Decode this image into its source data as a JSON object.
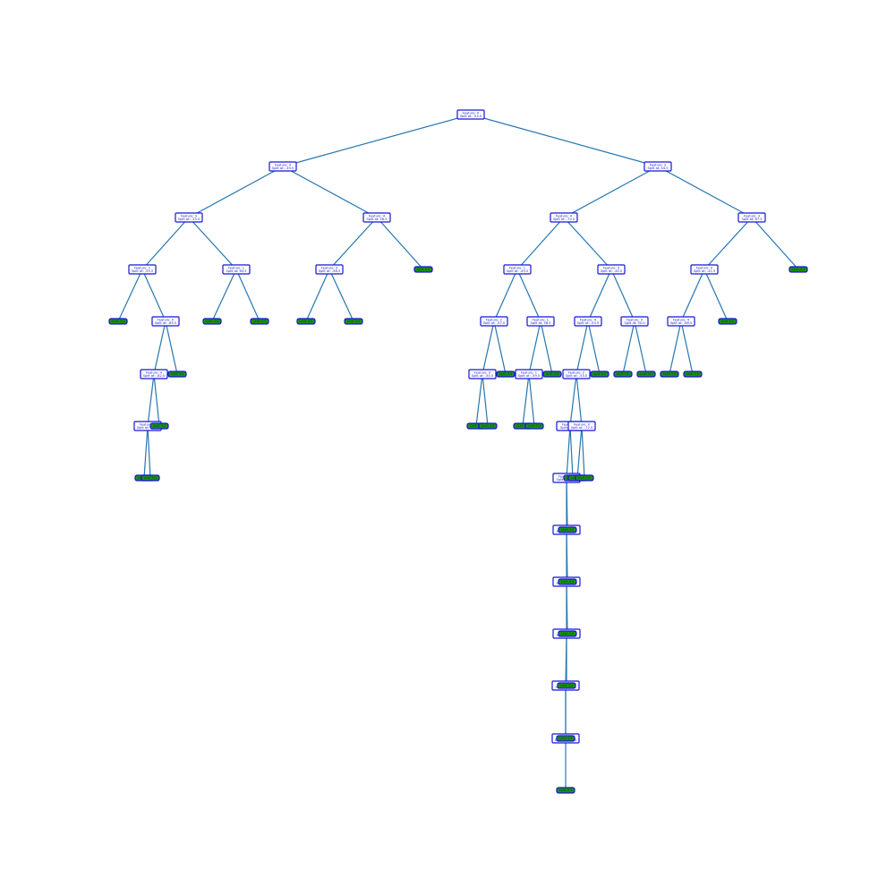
{
  "colors": {
    "edge": "#2677b0",
    "node_border": "#1515d6",
    "node_fill": "#ffffff",
    "leaf_fill": "#1a8f1a"
  },
  "tree": {
    "nodes": [
      {
        "id": "n0",
        "parent": null,
        "type": "split",
        "lines": [
          "Feature: 0",
          "Split at: -54.5"
        ]
      },
      {
        "id": "n1",
        "parent": "n0",
        "type": "split",
        "lines": [
          "Feature: 4",
          "Split at: -39.5"
        ]
      },
      {
        "id": "n2",
        "parent": "n0",
        "type": "split",
        "lines": [
          "Feature: 3",
          "Split at: 44.5"
        ]
      },
      {
        "id": "n3",
        "parent": "n1",
        "type": "split",
        "lines": [
          "Feature: 3",
          "Split at: -15.5"
        ]
      },
      {
        "id": "n4",
        "parent": "n1",
        "type": "split",
        "lines": [
          "Feature: 4",
          "Split at: 56.5"
        ]
      },
      {
        "id": "n5",
        "parent": "n2",
        "type": "split",
        "lines": [
          "Feature: 4",
          "Split at: -70.5"
        ]
      },
      {
        "id": "n6",
        "parent": "n2",
        "type": "split",
        "lines": [
          "Feature: 3",
          "Split at: 87.5"
        ]
      },
      {
        "id": "n7",
        "parent": "n3",
        "type": "split",
        "lines": [
          "Feature: 1",
          "Split at: -55.5"
        ]
      },
      {
        "id": "n8",
        "parent": "n3",
        "type": "split",
        "lines": [
          "Feature: 1",
          "Split at: 60.5"
        ]
      },
      {
        "id": "n9",
        "parent": "n4",
        "type": "split",
        "lines": [
          "Feature: 3",
          "Split at: -58.5"
        ]
      },
      {
        "id": "n10",
        "parent": "n4",
        "type": "leaf",
        "lines": [
          "Leaf: 0.0"
        ]
      },
      {
        "id": "n11",
        "parent": "n5",
        "type": "split",
        "lines": [
          "Feature: 1",
          "Split at: -49.5"
        ]
      },
      {
        "id": "n12",
        "parent": "n5",
        "type": "split",
        "lines": [
          "Feature: 3",
          "Split at: -40.5"
        ]
      },
      {
        "id": "n13",
        "parent": "n6",
        "type": "split",
        "lines": [
          "Feature: 0",
          "Split at: -41.5"
        ]
      },
      {
        "id": "n14",
        "parent": "n6",
        "type": "leaf",
        "lines": [
          "Leaf: 0.0"
        ]
      },
      {
        "id": "n15",
        "parent": "n7",
        "type": "leaf",
        "lines": [
          "Leaf: 0.0"
        ]
      },
      {
        "id": "n16",
        "parent": "n7",
        "type": "split",
        "lines": [
          "Feature: 0",
          "Split at: -85.5"
        ]
      },
      {
        "id": "n17",
        "parent": "n8",
        "type": "leaf",
        "lines": [
          "Leaf: 0.0"
        ]
      },
      {
        "id": "n18",
        "parent": "n8",
        "type": "leaf",
        "lines": [
          "Leaf: 0.0"
        ]
      },
      {
        "id": "n19",
        "parent": "n9",
        "type": "leaf",
        "lines": [
          "Leaf: 0.0"
        ]
      },
      {
        "id": "n20",
        "parent": "n9",
        "type": "leaf",
        "lines": [
          "Leaf: 0.0"
        ]
      },
      {
        "id": "n21",
        "parent": "n11",
        "type": "split",
        "lines": [
          "Feature: 2",
          "Split at: -57.0"
        ]
      },
      {
        "id": "n22",
        "parent": "n11",
        "type": "split",
        "lines": [
          "Feature: 1",
          "Split at: 58.5"
        ]
      },
      {
        "id": "n23",
        "parent": "n12",
        "type": "split",
        "lines": [
          "Feature: 4",
          "Split at: -53.5"
        ]
      },
      {
        "id": "n24",
        "parent": "n12",
        "type": "split",
        "lines": [
          "Feature: 0",
          "Split at: 50.0"
        ]
      },
      {
        "id": "n25",
        "parent": "n13",
        "type": "split",
        "lines": [
          "Feature: 4",
          "Split at: -86.5"
        ]
      },
      {
        "id": "n26",
        "parent": "n13",
        "type": "leaf",
        "lines": [
          "Leaf: 0.0"
        ]
      },
      {
        "id": "n27",
        "parent": "n16",
        "type": "split",
        "lines": [
          "Feature: 4",
          "Split at: -82.5"
        ]
      },
      {
        "id": "n28",
        "parent": "n16",
        "type": "leaf",
        "lines": [
          "Leaf: 0.0"
        ]
      },
      {
        "id": "n29",
        "parent": "n21",
        "type": "split",
        "lines": [
          "Feature: 0",
          "Split at: -50.5"
        ]
      },
      {
        "id": "n30",
        "parent": "n21",
        "type": "leaf",
        "lines": [
          "Leaf: 0.0"
        ]
      },
      {
        "id": "n31",
        "parent": "n22",
        "type": "split",
        "lines": [
          "Feature: 1",
          "Split at: -59.5"
        ]
      },
      {
        "id": "n32",
        "parent": "n22",
        "type": "leaf",
        "lines": [
          "Leaf: 0.0"
        ]
      },
      {
        "id": "n33",
        "parent": "n23",
        "type": "split",
        "lines": [
          "Feature: 2",
          "Split at: -53.5"
        ]
      },
      {
        "id": "n34",
        "parent": "n23",
        "type": "leaf",
        "lines": [
          "Leaf: 0.0"
        ]
      },
      {
        "id": "n35",
        "parent": "n24",
        "type": "leaf",
        "lines": [
          "Leaf: 0.0"
        ]
      },
      {
        "id": "n36",
        "parent": "n24",
        "type": "leaf",
        "lines": [
          "Leaf: 0.0"
        ]
      },
      {
        "id": "n37",
        "parent": "n25",
        "type": "leaf",
        "lines": [
          "Leaf: 0.0"
        ]
      },
      {
        "id": "n38",
        "parent": "n25",
        "type": "leaf",
        "lines": [
          "Leaf: 0.0"
        ]
      },
      {
        "id": "n39",
        "parent": "n27",
        "type": "split",
        "lines": [
          "Feature: 4",
          "Split at: -80.5"
        ]
      },
      {
        "id": "n40",
        "parent": "n27",
        "type": "leaf",
        "lines": [
          "Leaf: 0.0"
        ]
      },
      {
        "id": "n41",
        "parent": "n29",
        "type": "leaf",
        "lines": [
          "Leaf: 0.0"
        ]
      },
      {
        "id": "n42",
        "parent": "n29",
        "type": "leaf",
        "lines": [
          "Leaf: 0.0"
        ]
      },
      {
        "id": "n43",
        "parent": "n31",
        "type": "leaf",
        "lines": [
          "Leaf: 0.0"
        ]
      },
      {
        "id": "n44",
        "parent": "n31",
        "type": "leaf",
        "lines": [
          "Leaf: 0.0"
        ]
      },
      {
        "id": "n45",
        "parent": "n33",
        "type": "split",
        "lines": [
          "Feature: 3",
          "Split at: -5.5"
        ]
      },
      {
        "id": "n46",
        "parent": "n33",
        "type": "split",
        "lines": [
          "Feature: 0",
          "Split at: -72.0"
        ]
      },
      {
        "id": "n47",
        "parent": "n39",
        "type": "leaf",
        "lines": [
          "Leaf: 0.0"
        ]
      },
      {
        "id": "n48",
        "parent": "n39",
        "type": "leaf",
        "lines": [
          "Leaf: 0.0"
        ]
      },
      {
        "id": "n49",
        "parent": "n45",
        "type": "split",
        "lines": [
          "Feature: 2",
          "Split at: 36.5"
        ]
      },
      {
        "id": "n50",
        "parent": "n45",
        "type": "leaf",
        "lines": [
          "Leaf: 0.0"
        ]
      },
      {
        "id": "n51",
        "parent": "n46",
        "type": "leaf",
        "lines": [
          "Leaf: 0.0"
        ]
      },
      {
        "id": "n52",
        "parent": "n46",
        "type": "leaf",
        "lines": [
          "Leaf: 0.0"
        ]
      },
      {
        "id": "n53",
        "parent": "n49",
        "type": "split",
        "lines": [
          "Feature: 4",
          "Split at: 66.5"
        ]
      },
      {
        "id": "n54",
        "parent": "n49",
        "type": "leaf",
        "lines": [
          "Leaf: 0.0"
        ]
      },
      {
        "id": "n55",
        "parent": "n53",
        "type": "split",
        "lines": [
          "Feature: 3",
          "Split at: 79.5"
        ]
      },
      {
        "id": "n56",
        "parent": "n53",
        "type": "leaf",
        "lines": [
          "Leaf: 0.0"
        ]
      },
      {
        "id": "n57",
        "parent": "n55",
        "type": "split",
        "lines": [
          "Feature: 0",
          "Split at: 88.5"
        ]
      },
      {
        "id": "n58",
        "parent": "n55",
        "type": "leaf",
        "lines": [
          "Leaf: 0.0"
        ]
      },
      {
        "id": "n59",
        "parent": "n57",
        "type": "split",
        "lines": [
          "Feature: 1",
          "Split at: 91.5"
        ]
      },
      {
        "id": "n60",
        "parent": "n57",
        "type": "leaf",
        "lines": [
          "Leaf: 0.0"
        ]
      },
      {
        "id": "n61",
        "parent": "n59",
        "type": "split",
        "lines": [
          "Feature: 0",
          "Split at: -88.5"
        ]
      },
      {
        "id": "n62",
        "parent": "n59",
        "type": "leaf",
        "lines": [
          "Leaf: 0.0"
        ]
      },
      {
        "id": "n63",
        "parent": "n61",
        "type": "leaf",
        "lines": [
          "Leaf: 0.0"
        ]
      }
    ]
  }
}
